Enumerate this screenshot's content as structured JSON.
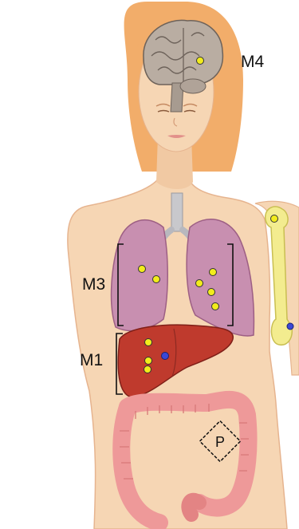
{
  "labels": {
    "m4": "M4",
    "m3": "M3",
    "m1": "M1",
    "p": "P"
  },
  "colors": {
    "skin": "#f6d6b4",
    "skin_edge": "#e6b48f",
    "hair": "#f2ad6a",
    "brain": "#b9ada2",
    "lung": "#c88fb0",
    "liver": "#bf3a2d",
    "colon": "#ee9999",
    "bone": "#f3ec8f",
    "dot_yellow": "#f2ec1c",
    "dot_blue": "#3b48d6"
  },
  "regions": [
    "brain",
    "lungs",
    "liver",
    "colon",
    "humerus"
  ],
  "metastasis_groups": [
    {
      "label": "M4",
      "organ": "brain",
      "yellow_dots": 1,
      "blue_dots": 0
    },
    {
      "label": "M3",
      "organ": "lungs",
      "yellow_dots": 6,
      "blue_dots": 0
    },
    {
      "label": "M1",
      "organ": "liver",
      "yellow_dots": 3,
      "blue_dots": 1
    },
    {
      "label": "P",
      "organ": "colon",
      "yellow_dots": 0,
      "blue_dots": 0
    },
    {
      "label": "",
      "organ": "humerus",
      "yellow_dots": 1,
      "blue_dots": 1
    }
  ]
}
